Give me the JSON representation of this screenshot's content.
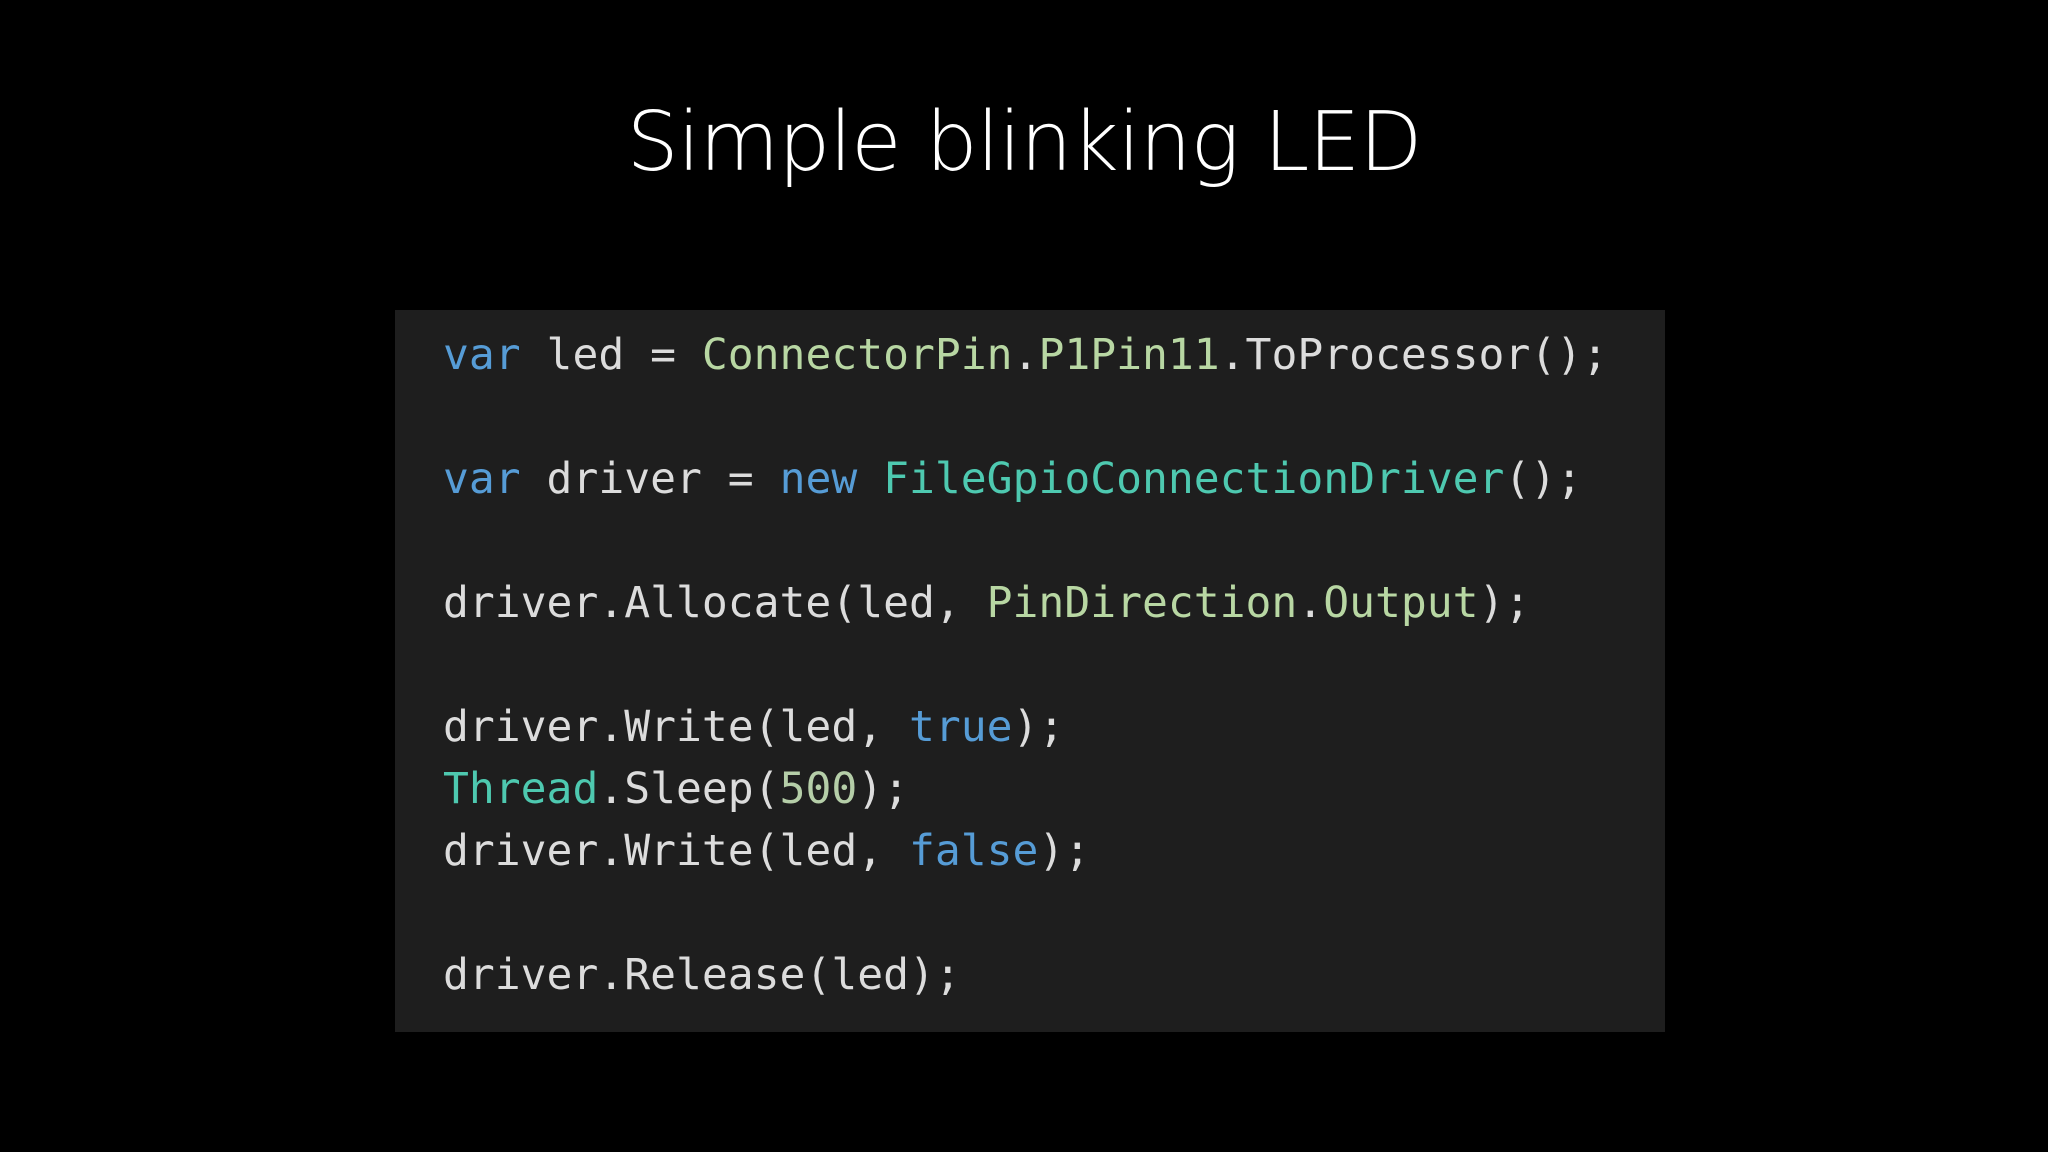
{
  "slide": {
    "title": "Simple blinking LED"
  },
  "colors": {
    "background": "#000000",
    "panel": "#1e1e1e",
    "keyword": "#569cd6",
    "type": "#4ec9b0",
    "identifier": "#dcdcdc",
    "number": "#b5cea8",
    "enum": "#b8d7a3"
  },
  "code": {
    "lines": [
      {
        "tokens": [
          {
            "t": "var",
            "k": "keyword"
          },
          {
            "t": " led = ",
            "k": "ident"
          },
          {
            "t": "ConnectorPin",
            "k": "enum"
          },
          {
            "t": ".",
            "k": "punct"
          },
          {
            "t": "P1Pin11",
            "k": "enum"
          },
          {
            "t": ".ToProcessor();",
            "k": "ident"
          }
        ]
      },
      {
        "tokens": []
      },
      {
        "tokens": [
          {
            "t": "var",
            "k": "keyword"
          },
          {
            "t": " driver = ",
            "k": "ident"
          },
          {
            "t": "new",
            "k": "keyword"
          },
          {
            "t": " ",
            "k": "ident"
          },
          {
            "t": "FileGpioConnectionDriver",
            "k": "type"
          },
          {
            "t": "();",
            "k": "ident"
          }
        ]
      },
      {
        "tokens": []
      },
      {
        "tokens": [
          {
            "t": "driver.Allocate(led, ",
            "k": "ident"
          },
          {
            "t": "PinDirection",
            "k": "enum"
          },
          {
            "t": ".",
            "k": "punct"
          },
          {
            "t": "Output",
            "k": "enum"
          },
          {
            "t": ");",
            "k": "ident"
          }
        ]
      },
      {
        "tokens": []
      },
      {
        "tokens": [
          {
            "t": "driver.Write(led, ",
            "k": "ident"
          },
          {
            "t": "true",
            "k": "keyword"
          },
          {
            "t": ");",
            "k": "ident"
          }
        ]
      },
      {
        "tokens": [
          {
            "t": "Thread",
            "k": "type"
          },
          {
            "t": ".Sleep(",
            "k": "ident"
          },
          {
            "t": "500",
            "k": "number"
          },
          {
            "t": ");",
            "k": "ident"
          }
        ]
      },
      {
        "tokens": [
          {
            "t": "driver.Write(led, ",
            "k": "ident"
          },
          {
            "t": "false",
            "k": "keyword"
          },
          {
            "t": ");",
            "k": "ident"
          }
        ]
      },
      {
        "tokens": []
      },
      {
        "tokens": [
          {
            "t": "driver.Release(led);",
            "k": "ident"
          }
        ]
      }
    ]
  }
}
